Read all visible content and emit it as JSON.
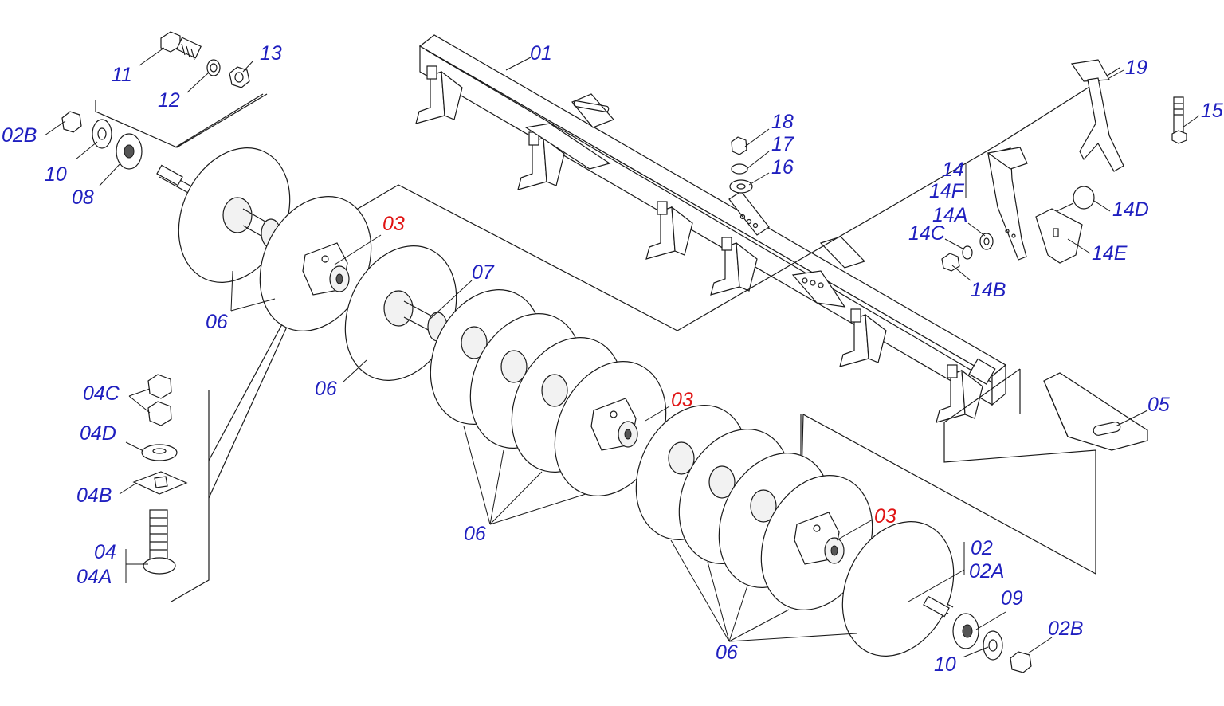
{
  "colors": {
    "label_blue": "#1f1fbf",
    "label_red": "#e01414",
    "line": "#1a1a1a",
    "background": "#ffffff"
  },
  "labels": [
    {
      "id": "11",
      "text": "11",
      "color": "blue"
    },
    {
      "id": "12",
      "text": "12",
      "color": "blue"
    },
    {
      "id": "13",
      "text": "13",
      "color": "blue"
    },
    {
      "id": "02B_left",
      "text": "02B",
      "color": "blue"
    },
    {
      "id": "10_left",
      "text": "10",
      "color": "blue"
    },
    {
      "id": "08",
      "text": "08",
      "color": "blue"
    },
    {
      "id": "01",
      "text": "01",
      "color": "blue"
    },
    {
      "id": "03_a",
      "text": "03",
      "color": "red"
    },
    {
      "id": "06_a",
      "text": "06",
      "color": "blue"
    },
    {
      "id": "07",
      "text": "07",
      "color": "blue"
    },
    {
      "id": "06_b",
      "text": "06",
      "color": "blue"
    },
    {
      "id": "18",
      "text": "18",
      "color": "blue"
    },
    {
      "id": "17",
      "text": "17",
      "color": "blue"
    },
    {
      "id": "16",
      "text": "16",
      "color": "blue"
    },
    {
      "id": "19",
      "text": "19",
      "color": "blue"
    },
    {
      "id": "15",
      "text": "15",
      "color": "blue"
    },
    {
      "id": "14",
      "text": "14",
      "color": "blue"
    },
    {
      "id": "14F",
      "text": "14F",
      "color": "blue"
    },
    {
      "id": "14A",
      "text": "14A",
      "color": "blue"
    },
    {
      "id": "14D",
      "text": "14D",
      "color": "blue"
    },
    {
      "id": "14C",
      "text": "14C",
      "color": "blue"
    },
    {
      "id": "14E",
      "text": "14E",
      "color": "blue"
    },
    {
      "id": "14B",
      "text": "14B",
      "color": "blue"
    },
    {
      "id": "04C",
      "text": "04C",
      "color": "blue"
    },
    {
      "id": "04D",
      "text": "04D",
      "color": "blue"
    },
    {
      "id": "04B",
      "text": "04B",
      "color": "blue"
    },
    {
      "id": "04",
      "text": "04",
      "color": "blue"
    },
    {
      "id": "04A",
      "text": "04A",
      "color": "blue"
    },
    {
      "id": "03_b",
      "text": "03",
      "color": "red"
    },
    {
      "id": "05",
      "text": "05",
      "color": "blue"
    },
    {
      "id": "06_c",
      "text": "06",
      "color": "blue"
    },
    {
      "id": "03_c",
      "text": "03",
      "color": "red"
    },
    {
      "id": "02",
      "text": "02",
      "color": "blue"
    },
    {
      "id": "02A",
      "text": "02A",
      "color": "blue"
    },
    {
      "id": "09",
      "text": "09",
      "color": "blue"
    },
    {
      "id": "02B_right",
      "text": "02B",
      "color": "blue"
    },
    {
      "id": "06_d",
      "text": "06",
      "color": "blue"
    },
    {
      "id": "10_right",
      "text": "10",
      "color": "blue"
    }
  ]
}
